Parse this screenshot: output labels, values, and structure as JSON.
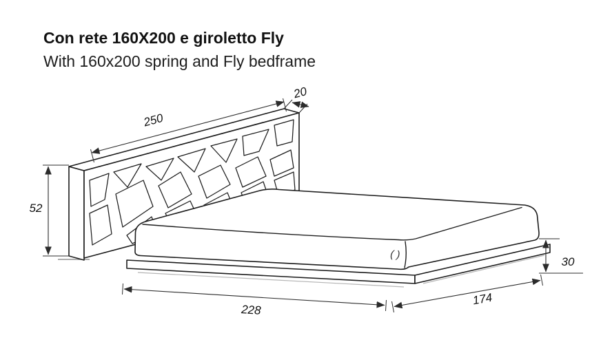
{
  "header": {
    "title": "Con rete 160X200 e giroletto Fly",
    "subtitle": "With 160x200 spring and Fly bedframe"
  },
  "diagram": {
    "labels": {
      "headboard_width": "250",
      "headboard_thickness": "20",
      "headboard_height": "52",
      "frame_height": "30",
      "frame_length": "228",
      "frame_depth": "174",
      "handle_mark": "( )"
    },
    "colors": {
      "line": "#1c1c1c",
      "dimension_line": "#2b2b2b",
      "background": "#ffffff"
    }
  }
}
